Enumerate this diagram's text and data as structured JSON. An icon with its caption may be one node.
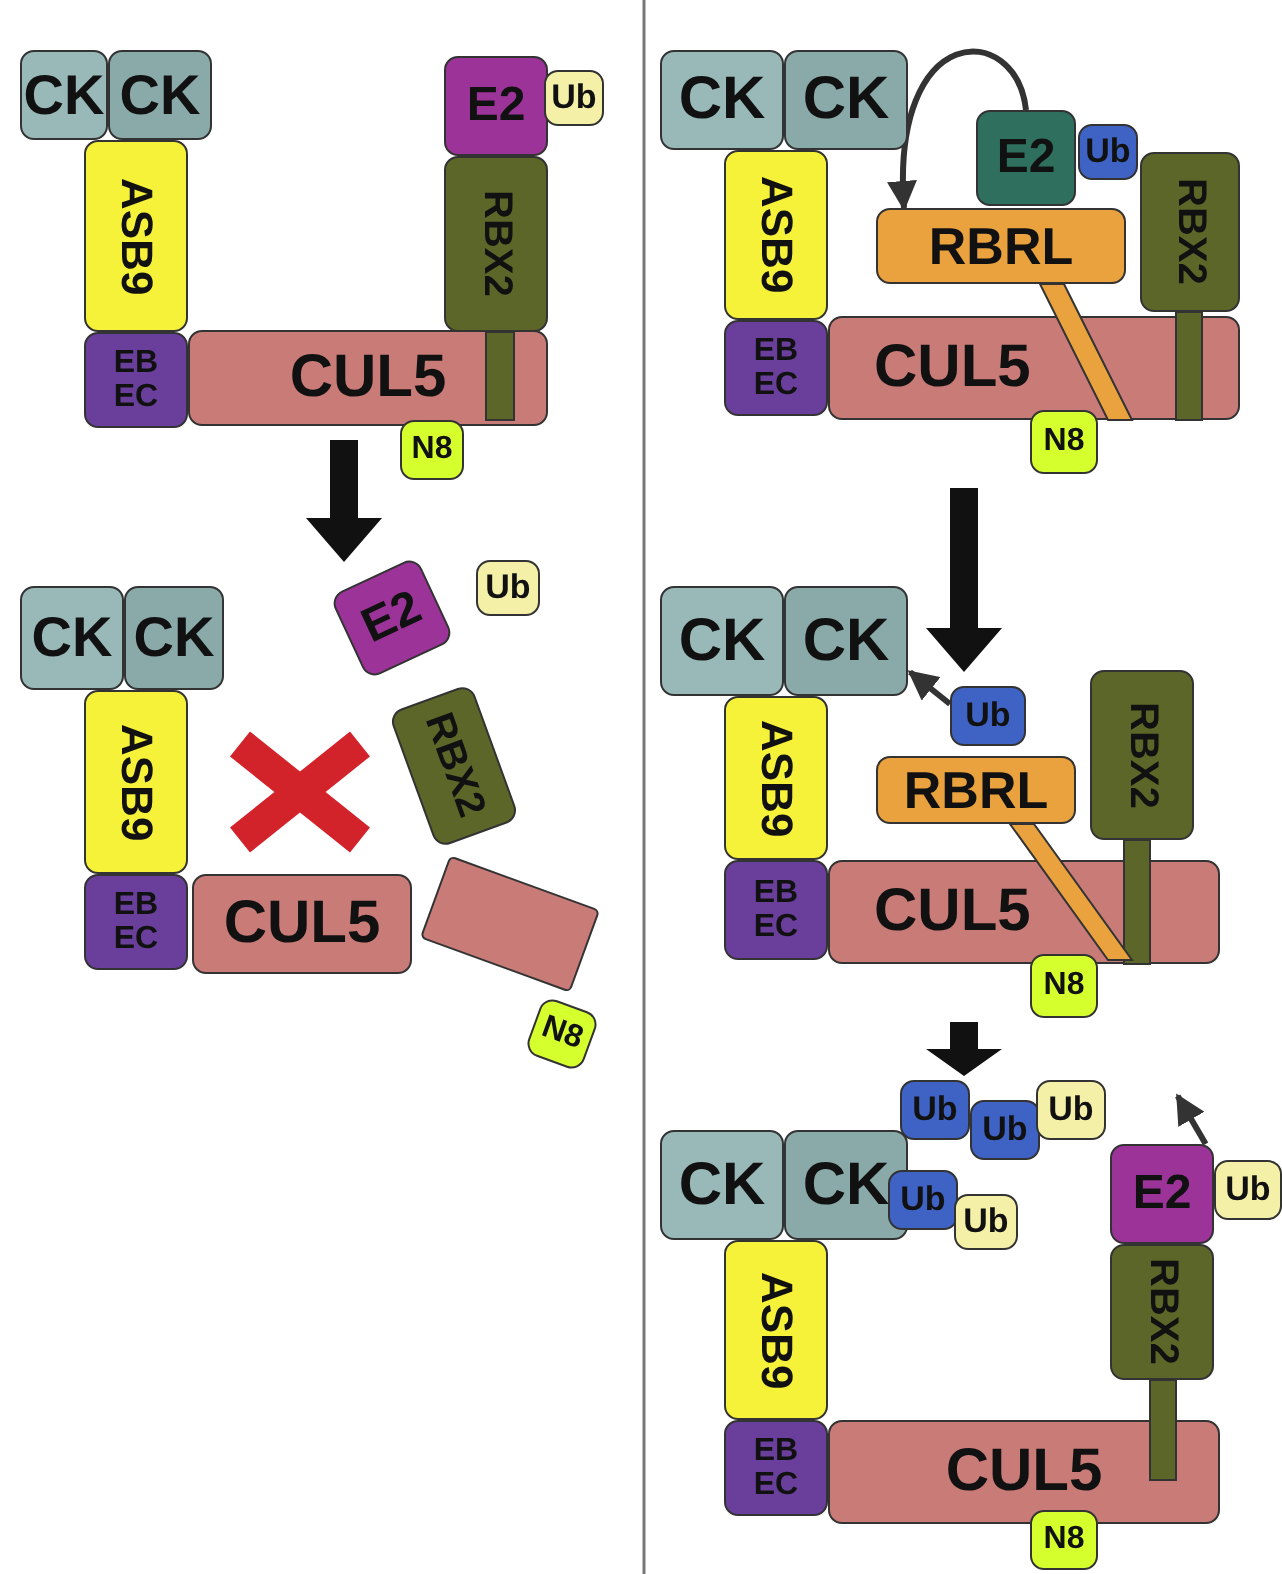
{
  "diagram": {
    "nodes": [
      {
        "text": [
          "CK"
        ]
      },
      {
        "text": [
          "CK"
        ]
      },
      {
        "text": [
          "E2"
        ]
      },
      {
        "text": [
          "Ub"
        ]
      },
      {
        "text": [
          "ASB9"
        ]
      },
      {
        "text": [
          "RBX2"
        ]
      },
      {
        "text": [
          "EB EC"
        ]
      },
      {
        "text": [
          "CUL5"
        ]
      },
      {
        "text": [
          "N8"
        ]
      },
      {
        "text": [
          "CK"
        ]
      },
      {
        "text": [
          "CK"
        ]
      },
      {
        "text": [
          "E2"
        ]
      },
      {
        "text": [
          "Ub"
        ]
      },
      {
        "text": [
          "ASB9"
        ]
      },
      {
        "text": [
          "RBX2"
        ]
      },
      {
        "text": [],
        "shape": "box"
      },
      {
        "text": [
          "EB EC"
        ]
      },
      {
        "text": [
          "CUL5"
        ]
      },
      {
        "text": [
          "N8"
        ]
      },
      {
        "text": [
          "CK"
        ]
      },
      {
        "text": [
          "CK"
        ]
      },
      {
        "text": [
          "E2"
        ]
      },
      {
        "text": [
          "Ub"
        ]
      },
      {
        "text": [
          "RBRL"
        ]
      },
      {
        "text": [
          "ASB9"
        ]
      },
      {
        "text": [
          "RBX2"
        ]
      },
      {
        "text": [
          "EB EC"
        ]
      },
      {
        "text": [
          "CUL5"
        ]
      },
      {
        "text": [
          "N8"
        ]
      },
      {
        "text": [
          "CK"
        ]
      },
      {
        "text": [
          "CK"
        ]
      },
      {
        "text": [
          "Ub"
        ]
      },
      {
        "text": [
          "RBRL"
        ]
      },
      {
        "text": [
          "ASB9"
        ]
      },
      {
        "text": [
          "RBX2"
        ]
      },
      {
        "text": [
          "EB EC"
        ]
      },
      {
        "text": [
          "CUL5"
        ]
      },
      {
        "text": [
          "N8"
        ]
      },
      {
        "text": [
          "CK"
        ]
      },
      {
        "text": [
          "CK"
        ]
      },
      {
        "text": [
          "Ub"
        ]
      },
      {
        "text": [
          "Ub"
        ]
      },
      {
        "text": [
          "Ub"
        ]
      },
      {
        "text": [
          "E2"
        ]
      },
      {
        "text": [
          "Ub"
        ]
      },
      {
        "text": [
          "Ub"
        ]
      },
      {
        "text": [
          "Ub"
        ]
      },
      {
        "text": [
          "ASB9"
        ]
      },
      {
        "text": [
          "RBX2"
        ]
      },
      {
        "text": [
          "EB EC"
        ]
      },
      {
        "text": [
          "CUL5"
        ]
      },
      {
        "text": [
          "N8"
        ]
      }
    ],
    "edges": [
      {
        "from": 21,
        "to": 23,
        "arrow": "to"
      },
      {
        "from": 31,
        "to": 30,
        "arrow": "to"
      },
      {
        "from": 7,
        "to": 11,
        "arrow": "to",
        "style": "thick"
      },
      {
        "from": 28,
        "to": 31,
        "arrow": "to",
        "style": "thick"
      },
      {
        "from": 37,
        "to": 40,
        "arrow": "to",
        "style": "thick"
      },
      {
        "from": 43,
        "to": null,
        "arrow": "to"
      }
    ]
  }
}
